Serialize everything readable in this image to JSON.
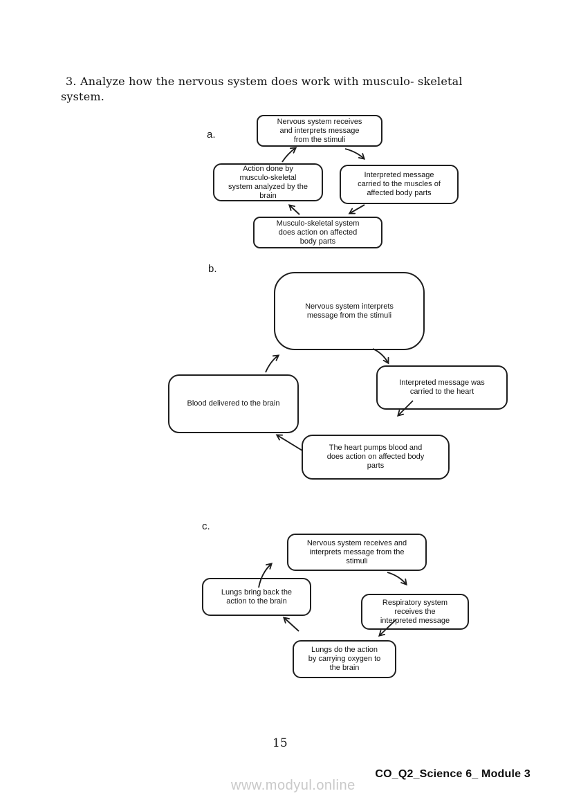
{
  "page": {
    "heading_lines": [
      "3. Analyze how the nervous system does work with musculo- skeletal",
      "system."
    ],
    "page_number": "15",
    "footer": "CO_Q2_Science 6_ Module 3",
    "watermark": "www.modyul.online"
  },
  "colors": {
    "box_border": "#1f1f1f",
    "arrow_stroke": "#1c1c1c",
    "text": "#141414",
    "watermark_gray": "#c9c9c9"
  },
  "diagrams": [
    {
      "label": "a.",
      "boxes": {
        "top": [
          "Nervous system receives",
          "and interprets message",
          "from the stimuli"
        ],
        "left": [
          "Action done by",
          "musculo-skeletal",
          "system analyzed by the",
          "brain"
        ],
        "right": [
          "Interpreted message",
          "carried to the muscles of",
          "affected body parts"
        ],
        "bottom": [
          "Musculo-skeletal system",
          "does action on affected",
          "body parts"
        ]
      },
      "edges": [
        {
          "from": "top",
          "to": "right"
        },
        {
          "from": "right",
          "to": "bottom"
        },
        {
          "from": "bottom",
          "to": "left"
        },
        {
          "from": "left",
          "to": "top"
        }
      ]
    },
    {
      "label": "b.",
      "boxes": {
        "top": [
          "Nervous system interprets",
          "message from the stimuli"
        ],
        "right": [
          "Interpreted message was",
          "carried to the heart"
        ],
        "left": [
          "Blood delivered to the brain"
        ],
        "bottom": [
          "The heart pumps blood and",
          "does action on affected body",
          "parts"
        ]
      },
      "edges": [
        {
          "from": "top",
          "to": "right"
        },
        {
          "from": "right",
          "to": "bottom"
        },
        {
          "from": "bottom",
          "to": "left"
        },
        {
          "from": "left",
          "to": "top"
        }
      ]
    },
    {
      "label": "c.",
      "boxes": {
        "top": [
          "Nervous system receives and",
          "interprets message from the",
          "stimuli"
        ],
        "left": [
          "Lungs bring back the",
          "action to the brain"
        ],
        "right": [
          "Respiratory system",
          "receives the",
          "interpreted message"
        ],
        "bottom": [
          "Lungs do the action",
          "by carrying oxygen to",
          "the brain"
        ]
      },
      "edges": [
        {
          "from": "top",
          "to": "right"
        },
        {
          "from": "right",
          "to": "bottom"
        },
        {
          "from": "bottom",
          "to": "left"
        },
        {
          "from": "left",
          "to": "top"
        }
      ]
    }
  ]
}
